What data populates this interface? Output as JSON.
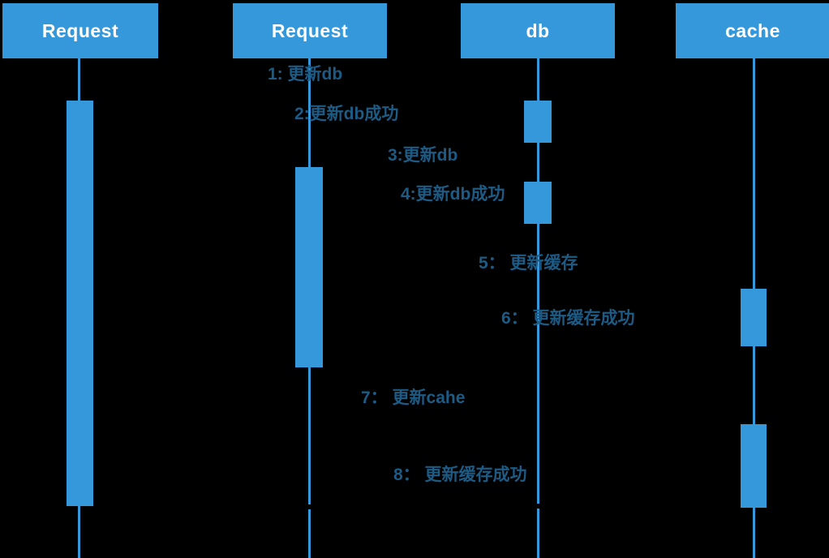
{
  "diagram": {
    "type": "uml-sequence-diagram",
    "participants": [
      {
        "label": "Request"
      },
      {
        "label": "Request"
      },
      {
        "label": "db"
      },
      {
        "label": "cache"
      }
    ],
    "messages": [
      {
        "label": "1: 更新db"
      },
      {
        "label": "2:更新db成功"
      },
      {
        "label": "3:更新db"
      },
      {
        "label": "4:更新db成功"
      },
      {
        "label": "5： 更新缓存"
      },
      {
        "label": "6： 更新缓存成功"
      },
      {
        "label": "7： 更新cahe"
      },
      {
        "label": "8： 更新缓存成功"
      }
    ],
    "colors": {
      "background": "#000000",
      "shape_blue": "#3598DB",
      "message_text": "#1D5B85",
      "header_text": "#FFFFFF"
    }
  }
}
